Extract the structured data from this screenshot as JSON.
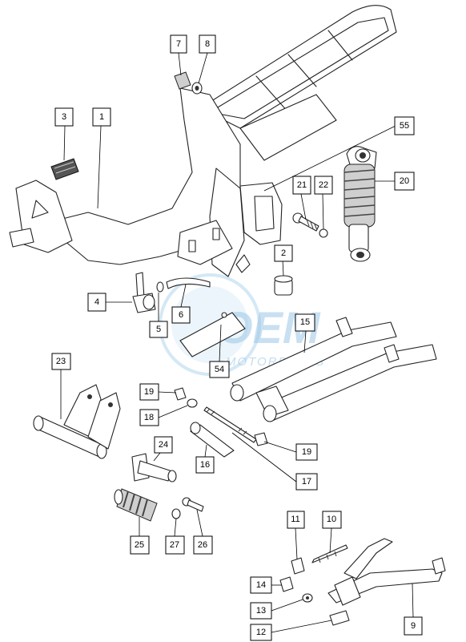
{
  "watermark": {
    "brand": "OEM",
    "subtitle": "MOTORPARTS"
  },
  "callouts": [
    {
      "id": "7",
      "label": "7"
    },
    {
      "id": "8",
      "label": "8"
    },
    {
      "id": "3",
      "label": "3"
    },
    {
      "id": "1",
      "label": "1"
    },
    {
      "id": "55",
      "label": "55"
    },
    {
      "id": "21",
      "label": "21"
    },
    {
      "id": "22",
      "label": "22"
    },
    {
      "id": "20",
      "label": "20"
    },
    {
      "id": "2",
      "label": "2"
    },
    {
      "id": "4",
      "label": "4"
    },
    {
      "id": "6",
      "label": "6"
    },
    {
      "id": "5",
      "label": "5"
    },
    {
      "id": "15",
      "label": "15"
    },
    {
      "id": "54",
      "label": "54"
    },
    {
      "id": "23",
      "label": "23"
    },
    {
      "id": "19a",
      "label": "19"
    },
    {
      "id": "18",
      "label": "18"
    },
    {
      "id": "24",
      "label": "24"
    },
    {
      "id": "16",
      "label": "16"
    },
    {
      "id": "19b",
      "label": "19"
    },
    {
      "id": "17",
      "label": "17"
    },
    {
      "id": "25",
      "label": "25"
    },
    {
      "id": "27",
      "label": "27"
    },
    {
      "id": "26",
      "label": "26"
    },
    {
      "id": "11",
      "label": "11"
    },
    {
      "id": "10",
      "label": "10"
    },
    {
      "id": "14",
      "label": "14"
    },
    {
      "id": "13",
      "label": "13"
    },
    {
      "id": "9",
      "label": "9"
    },
    {
      "id": "12",
      "label": "12"
    }
  ]
}
